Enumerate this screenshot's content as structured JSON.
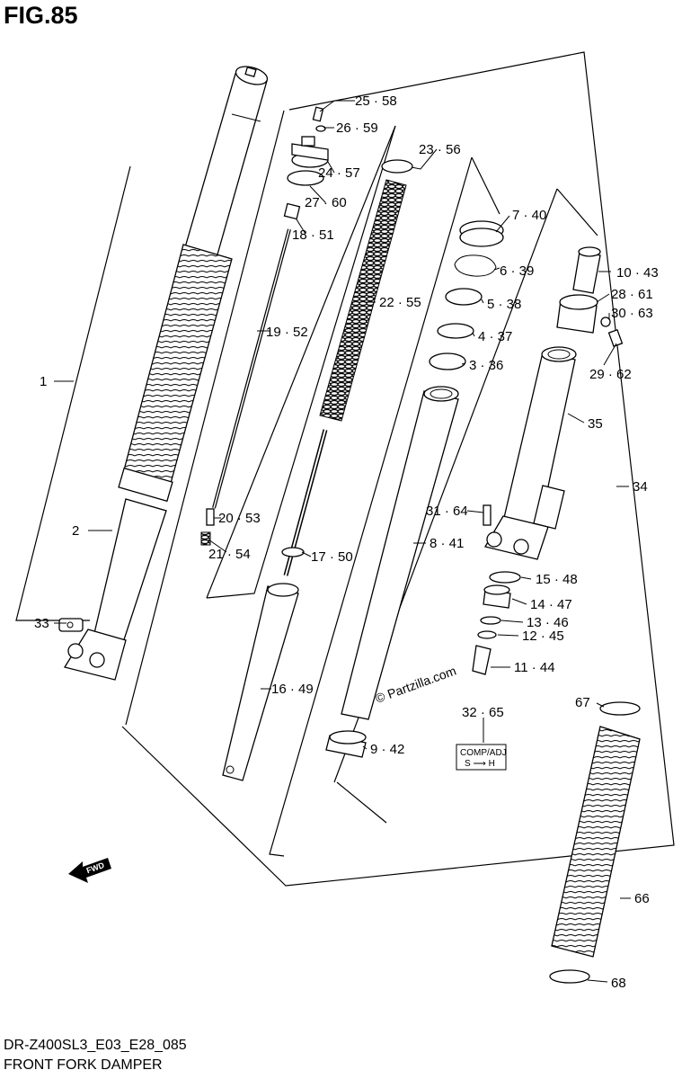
{
  "figure": {
    "title": "FIG.85",
    "model_code": "DR-Z400SL3_E03_E28_085",
    "name": "FRONT FORK DAMPER",
    "watermark": "© Partzilla.com",
    "direction_badge": "FWD",
    "adjuster_badge": {
      "line1": "COMP/ADJ",
      "line2": "S ⟶ H"
    }
  },
  "callouts": {
    "c1": "1",
    "c2": "2",
    "c3": "3 · 36",
    "c4": "4 · 37",
    "c5": "5 · 38",
    "c6": "6 · 39",
    "c7": "7 · 40",
    "c8": "8 · 41",
    "c9": "9 · 42",
    "c10": "10 · 43",
    "c11": "11 · 44",
    "c12": "12 · 45",
    "c13": "13 · 46",
    "c14": "14 · 47",
    "c15": "15 · 48",
    "c16": "16 · 49",
    "c17": "17 · 50",
    "c18": "18 · 51",
    "c19": "19 · 52",
    "c20": "20 · 53",
    "c21": "21 · 54",
    "c22": "22 · 55",
    "c23": "23 · 56",
    "c24": "24 · 57",
    "c25": "25 · 58",
    "c26": "26 · 59",
    "c27": "27 · 60",
    "c28": "28 · 61",
    "c29": "29 · 62",
    "c30": "30 · 63",
    "c31": "31 · 64",
    "c32": "32 · 65",
    "c33": "33",
    "c34": "34",
    "c35": "35",
    "c66": "66",
    "c67": "67",
    "c68": "68"
  }
}
